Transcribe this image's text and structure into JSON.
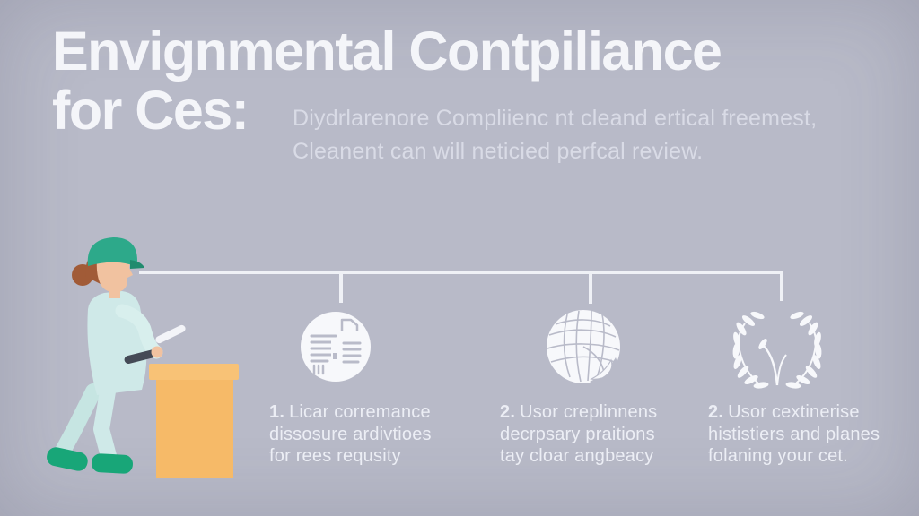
{
  "title": {
    "line1": "Envignmental Contpiliance",
    "line2": "for Ces:"
  },
  "subtitle": {
    "line1": "Diydrlarenore Compliienc nt cleand ertical freemest,",
    "line2": "Cleanent can will neticied perfcal review."
  },
  "steps": [
    {
      "icon": "report-document-icon",
      "number": "1.",
      "line1": "Licar corremance",
      "line2": "dissosure ardivtioes",
      "line3": "for rees requsity"
    },
    {
      "icon": "globe-grid-icon",
      "number": "2.",
      "line1": "Usor creplinnens",
      "line2": "decrpsary praitions",
      "line3": "tay cloar angbeacy"
    },
    {
      "icon": "laurel-wreath-icon",
      "number": "2.",
      "line1": "Usor cextinerise",
      "line2": "hististiers and planes",
      "line3": "folaning your cet."
    }
  ],
  "illustration": {
    "name": "worker-inspecting-podium",
    "elements": [
      "green-hard-hat",
      "worker-figure",
      "inspection-tool",
      "orange-podium"
    ]
  },
  "colors": {
    "background": "#b8bac8",
    "title_text": "#f4f5f9",
    "subtitle_text": "#d9dbe6",
    "step_text": "#eceef5",
    "connector": "#eff1f6",
    "icon_fill": "#f7f8fb",
    "icon_detail": "#b9bbc9",
    "hat_green": "#2da98a",
    "hair_brown": "#a15b37",
    "skin": "#f1c2a0",
    "outfit_mint": "#cfe9e8",
    "shoe_teal": "#18a678",
    "podium_orange": "#f6ba68",
    "tool_dark": "#454a56"
  }
}
